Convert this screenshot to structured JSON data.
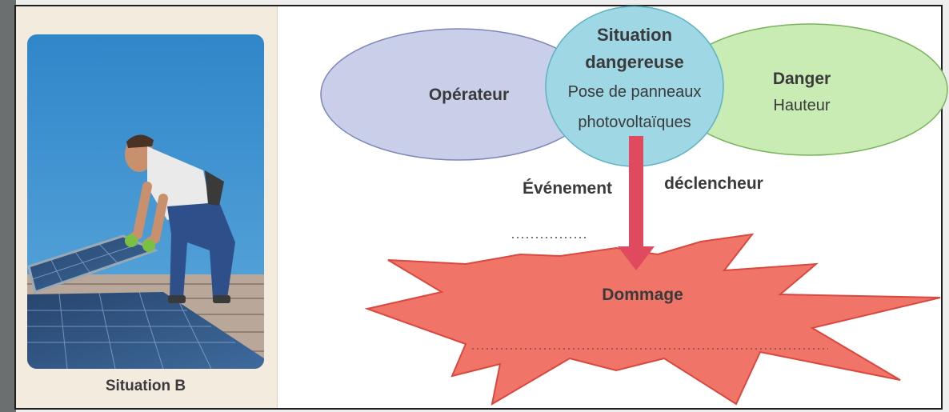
{
  "photo": {
    "caption": "Situation B"
  },
  "diagram": {
    "operator": {
      "title": "Opérateur"
    },
    "situation": {
      "title_line1": "Situation",
      "title_line2": "dangereuse",
      "detail_line1": "Pose de panneaux",
      "detail_line2": "photovoltaïques"
    },
    "danger": {
      "title": "Danger",
      "detail": "Hauteur"
    },
    "event": {
      "word1": "Événement",
      "word2": "déclencheur"
    },
    "damage": {
      "title": "Dommage"
    }
  },
  "colors": {
    "operator_fill": "#c9cfe9",
    "situation_fill": "#9fd8e4",
    "danger_fill": "#c9ecb5",
    "arrow": "#e04a5e",
    "damage_fill": "#f07568",
    "damage_stroke": "#d8483f",
    "text": "#3a3a3a"
  }
}
